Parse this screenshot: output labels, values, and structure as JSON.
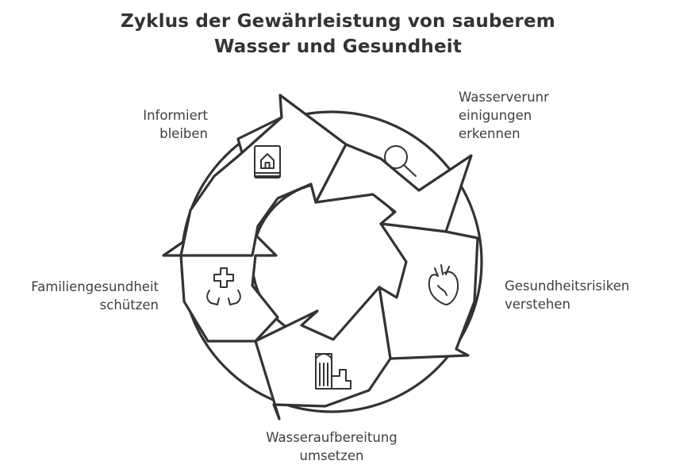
{
  "title_line1": "Zyklus der Gewährleistung von sauberem",
  "title_line2": "Wasser und Gesundheit",
  "steps": [
    {
      "line1": "Wasserverunr",
      "line2": "einigungen",
      "line3": "erkennen",
      "icon": "magnifier-icon"
    },
    {
      "line1": "Gesundheitsrisiken",
      "line2": "verstehen",
      "icon": "heart-icon"
    },
    {
      "line1": "Wasseraufbereitung",
      "line2": "umsetzen",
      "icon": "water-treatment-plant-icon"
    },
    {
      "line1": "Familiengesundheit",
      "line2": "schützen",
      "icon": "hands-medical-cross-icon"
    },
    {
      "line1": "Informiert",
      "line2": "bleiben",
      "icon": "book-house-icon"
    }
  ]
}
